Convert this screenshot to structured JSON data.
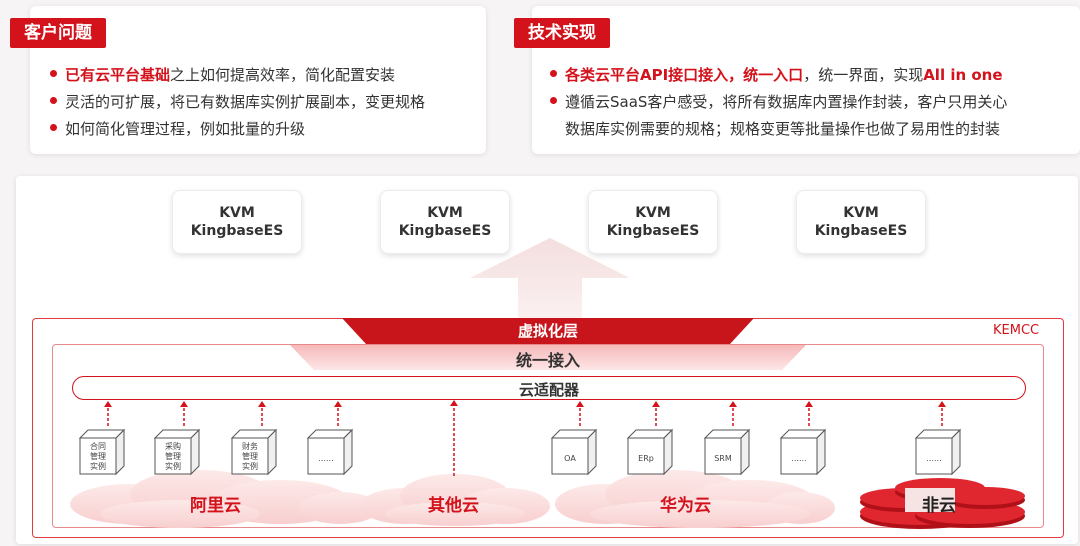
{
  "problem": {
    "tag": "客户问题",
    "b1_red": "已有云平台基础",
    "b1_rest": "之上如何提高效率，简化配置安装",
    "b2": "灵活的可扩展，将已有数据库实例扩展副本，变更规格",
    "b3": "如何简化管理过程，例如批量的升级"
  },
  "tech": {
    "tag": "技术实现",
    "b1_red": "各类云平台API接口接入，统一入口",
    "b1_mid": "，统一界面，实现",
    "b1_red2": "All in one",
    "b2_line1": "遵循云SaaS客户感受，将所有数据库内置操作封装，客户只用关心",
    "b2_line2": "数据库实例需要的规格；规格变更等批量操作也做了易用性的封装"
  },
  "kvm_nodes": [
    {
      "l1": "KVM",
      "l2": "KingbaseES"
    },
    {
      "l1": "KVM",
      "l2": "KingbaseES"
    },
    {
      "l1": "KVM",
      "l2": "KingbaseES"
    },
    {
      "l1": "KVM",
      "l2": "KingbaseES"
    }
  ],
  "layers": {
    "kemcc": "KEMCC",
    "virtual": "虚拟化层",
    "unified": "统一接入",
    "adapter": "云适配器"
  },
  "cubes": [
    {
      "lines": [
        "合同",
        "管理",
        "实例"
      ]
    },
    {
      "lines": [
        "采购",
        "管理",
        "实例"
      ]
    },
    {
      "lines": [
        "财务",
        "管理",
        "实例"
      ]
    },
    {
      "lines": [
        "......"
      ]
    },
    {
      "lines": [
        "OA"
      ]
    },
    {
      "lines": [
        "ERp"
      ]
    },
    {
      "lines": [
        "SRM"
      ]
    },
    {
      "lines": [
        "......"
      ]
    },
    {
      "lines": [
        "......"
      ]
    }
  ],
  "clouds": {
    "aliyun": "阿里云",
    "other": "其他云",
    "huawei": "华为云",
    "noncloud": "非云"
  },
  "colors": {
    "accent": "#d3121b",
    "pink": "#f8c7c7"
  }
}
